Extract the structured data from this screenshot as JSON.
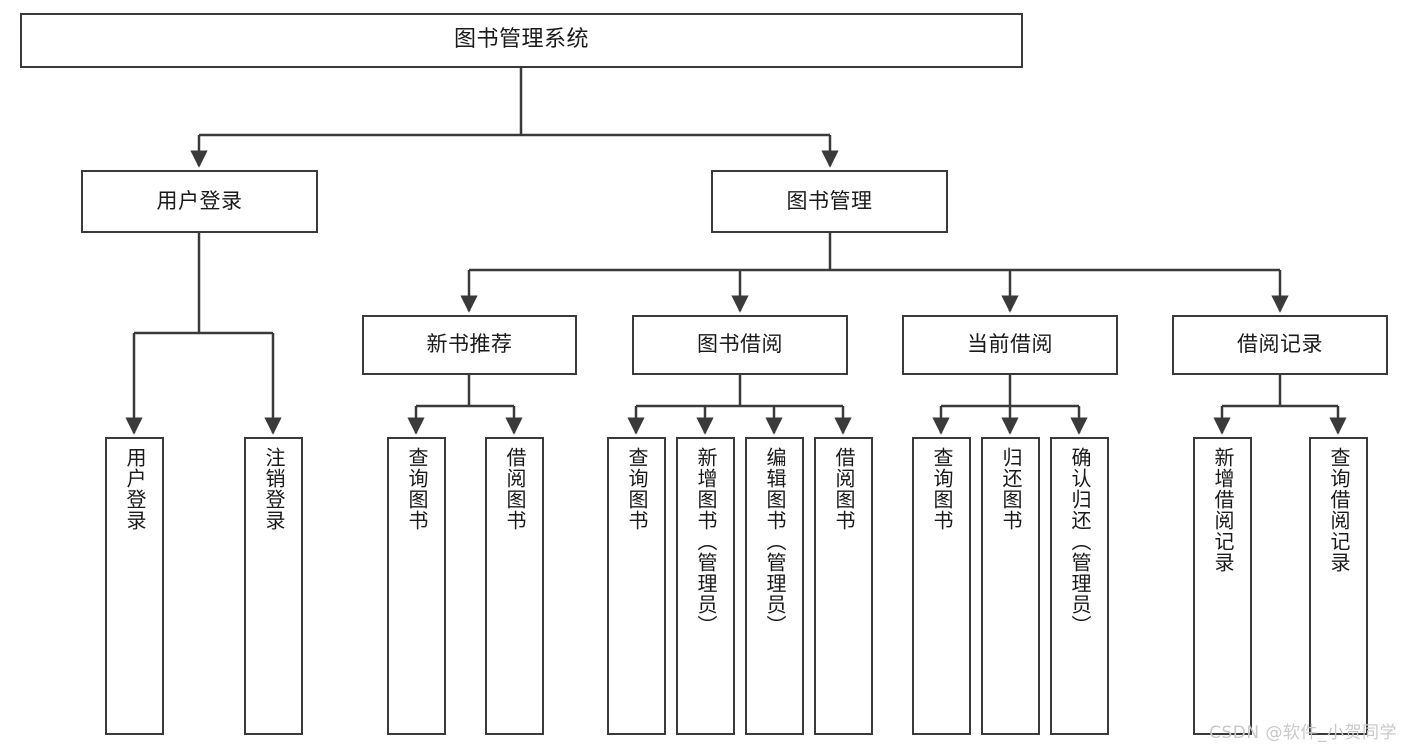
{
  "diagram": {
    "type": "tree",
    "title": "图书管理系统",
    "watermark": "CSDN @软件_小贺同学",
    "colors": {
      "stroke": "#3a3a3a",
      "fill": "#ffffff",
      "text": "#1a1a1a",
      "watermark": "#c9c9c9"
    },
    "nodes": {
      "root": {
        "label": "图书管理系统"
      },
      "level2": [
        {
          "label": "用户登录"
        },
        {
          "label": "图书管理"
        }
      ],
      "level3": [
        {
          "label": "新书推荐"
        },
        {
          "label": "图书借阅"
        },
        {
          "label": "当前借阅"
        },
        {
          "label": "借阅记录"
        }
      ],
      "leaves": {
        "user_login": [
          {
            "label": "用户登录"
          },
          {
            "label": "注销登录"
          }
        ],
        "new_book": [
          {
            "label": "查询图书"
          },
          {
            "label": "借阅图书"
          }
        ],
        "book_borrow": [
          {
            "label": "查询图书"
          },
          {
            "label": "新增图书（管理员）"
          },
          {
            "label": "编辑图书（管理员）"
          },
          {
            "label": "借阅图书"
          }
        ],
        "current_borrow": [
          {
            "label": "查询图书"
          },
          {
            "label": "归还图书"
          },
          {
            "label": "确认归还（管理员）"
          }
        ],
        "borrow_record": [
          {
            "label": "新增借阅记录"
          },
          {
            "label": "查询借阅记录"
          }
        ]
      }
    }
  }
}
